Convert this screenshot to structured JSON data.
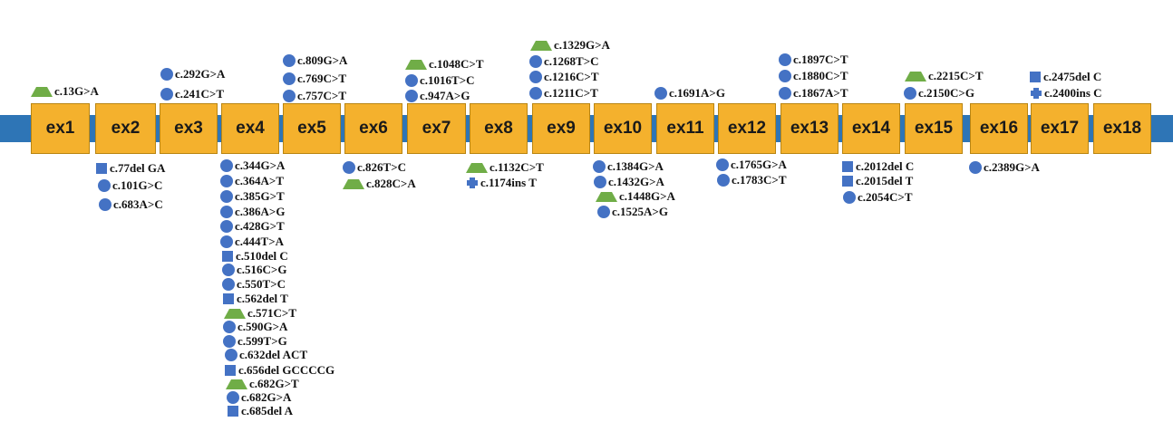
{
  "exons": [
    {
      "label": "ex1"
    },
    {
      "label": "ex2"
    },
    {
      "label": "ex3"
    },
    {
      "label": "ex4"
    },
    {
      "label": "ex5"
    },
    {
      "label": "ex6"
    },
    {
      "label": "ex7"
    },
    {
      "label": "ex8"
    },
    {
      "label": "ex9"
    },
    {
      "label": "ex10"
    },
    {
      "label": "ex11"
    },
    {
      "label": "ex12"
    },
    {
      "label": "ex13"
    },
    {
      "label": "ex14"
    },
    {
      "label": "ex15"
    },
    {
      "label": "ex16"
    },
    {
      "label": "ex17"
    },
    {
      "label": "ex18"
    }
  ],
  "variants": [
    {
      "label": "c.13G>A",
      "marker": "triangle-icon"
    },
    {
      "label": "c.77del GA",
      "marker": "square-icon"
    },
    {
      "label": "c.101G>C",
      "marker": "circle-icon"
    },
    {
      "label": "c.683A>C",
      "marker": "circle-icon"
    },
    {
      "label": "c.292G>A",
      "marker": "circle-icon"
    },
    {
      "label": "c.241C>T",
      "marker": "circle-icon"
    },
    {
      "label": "c.344G>A",
      "marker": "circle-icon"
    },
    {
      "label": "c.364A>T",
      "marker": "circle-icon"
    },
    {
      "label": "c.385G>T",
      "marker": "circle-icon"
    },
    {
      "label": "c.386A>G",
      "marker": "circle-icon"
    },
    {
      "label": "c.428G>T",
      "marker": "circle-icon"
    },
    {
      "label": "c.444T>A",
      "marker": "circle-icon"
    },
    {
      "label": "c.510del C",
      "marker": "square-icon"
    },
    {
      "label": "c.516C>G",
      "marker": "circle-icon"
    },
    {
      "label": "c.550T>C",
      "marker": "circle-icon"
    },
    {
      "label": "c.562del T",
      "marker": "square-icon"
    },
    {
      "label": "c.571C>T",
      "marker": "triangle-icon"
    },
    {
      "label": "c.590G>A",
      "marker": "circle-icon"
    },
    {
      "label": "c.599T>G",
      "marker": "circle-icon"
    },
    {
      "label": "c.632del ACT",
      "marker": "circle-icon"
    },
    {
      "label": "c.656del GCCCCG",
      "marker": "square-icon"
    },
    {
      "label": "c.682G>T",
      "marker": "triangle-icon"
    },
    {
      "label": "c.682G>A",
      "marker": "circle-icon"
    },
    {
      "label": "c.685del A",
      "marker": "square-icon"
    },
    {
      "label": "c.809G>A",
      "marker": "circle-icon"
    },
    {
      "label": "c.769C>T",
      "marker": "circle-icon"
    },
    {
      "label": "c.757C>T",
      "marker": "circle-icon"
    },
    {
      "label": "c.826T>C",
      "marker": "circle-icon"
    },
    {
      "label": "c.828C>A",
      "marker": "triangle-icon"
    },
    {
      "label": "c.1048C>T",
      "marker": "triangle-icon"
    },
    {
      "label": "c.1016T>C",
      "marker": "circle-icon"
    },
    {
      "label": "c.947A>G",
      "marker": "circle-icon"
    },
    {
      "label": "c.1132C>T",
      "marker": "triangle-icon"
    },
    {
      "label": "c.1174ins T",
      "marker": "plus-icon"
    },
    {
      "label": "c.1329G>A",
      "marker": "triangle-icon"
    },
    {
      "label": "c.1268T>C",
      "marker": "circle-icon"
    },
    {
      "label": "c.1216C>T",
      "marker": "circle-icon"
    },
    {
      "label": "c.1211C>T",
      "marker": "circle-icon"
    },
    {
      "label": "c.1384G>A",
      "marker": "circle-icon"
    },
    {
      "label": "c.1432G>A",
      "marker": "circle-icon"
    },
    {
      "label": "c.1448G>A",
      "marker": "triangle-icon"
    },
    {
      "label": "c.1525A>G",
      "marker": "circle-icon"
    },
    {
      "label": "c.1691A>G",
      "marker": "circle-icon"
    },
    {
      "label": "c.1765G>A",
      "marker": "circle-icon"
    },
    {
      "label": "c.1783C>T",
      "marker": "circle-icon"
    },
    {
      "label": "c.1897C>T",
      "marker": "circle-icon"
    },
    {
      "label": "c.1880C>T",
      "marker": "circle-icon"
    },
    {
      "label": "c.1867A>T",
      "marker": "circle-icon"
    },
    {
      "label": "c.2012del C",
      "marker": "square-icon"
    },
    {
      "label": "c.2015del T",
      "marker": "square-icon"
    },
    {
      "label": "c.2054C>T",
      "marker": "circle-icon"
    },
    {
      "label": "c.2215C>T",
      "marker": "triangle-icon"
    },
    {
      "label": "c.2150C>G",
      "marker": "circle-icon"
    },
    {
      "label": "c.2389G>A",
      "marker": "circle-icon"
    },
    {
      "label": "c.2475del C",
      "marker": "square-icon"
    },
    {
      "label": "c.2400ins C",
      "marker": "plus-icon"
    }
  ],
  "colors": {
    "gene_bar": "#2e75b6",
    "exon_fill": "#f4b12d",
    "circle_marker": "#4472c4",
    "square_marker": "#4472c4",
    "triangle_marker": "#70ad47",
    "plus_marker": "#4472c4"
  }
}
